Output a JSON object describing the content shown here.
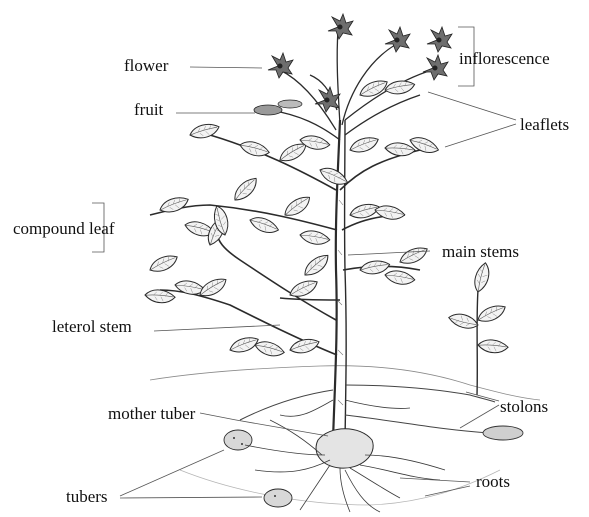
{
  "labels": {
    "flower": "flower",
    "inflorescence": "inflorescence",
    "fruit": "fruit",
    "leaflets": "leaflets",
    "compound_leaf": "compound leaf",
    "main_stems": "main stems",
    "leterol_stem": "leterol stem",
    "stolons": "stolons",
    "mother_tuber": "mother tuber",
    "roots": "roots",
    "tubers": "tubers"
  },
  "colors": {
    "ink": "#2b2b2b",
    "pencil": "#555555",
    "shade": "#8a8a8a",
    "paper": "#ffffff"
  }
}
